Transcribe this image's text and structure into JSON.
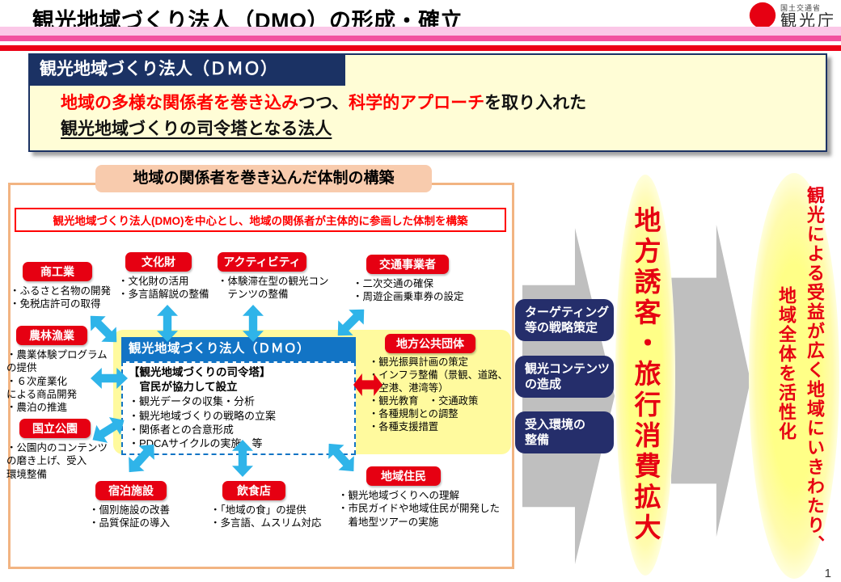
{
  "page": {
    "title": "観光地域づくり法人（DMO）の形成・確立",
    "page_number": "1"
  },
  "logo": {
    "ministry": "国土交通省",
    "agency": "観光庁"
  },
  "definition": {
    "header": "観光地域づくり法人（ＤＭＯ）",
    "emphasis1": "地域の多様な関係者を巻き込み",
    "plain1": "つつ、",
    "emphasis2": "科学的アプローチ",
    "plain2": "を取り入れた",
    "line2": "観光地域づくりの司令塔となる法人"
  },
  "diagram": {
    "title": "地域の関係者を巻き込んだ体制の構築",
    "subtitle": "観光地域づくり法人(DMO)を中心とし、地域の関係者が主体的に参画した体制を構築",
    "stakeholders": [
      {
        "label": "商工業",
        "items": [
          "・ふるさと名物の開発",
          "・免税店許可の取得"
        ]
      },
      {
        "label": "文化財",
        "items": [
          "・文化財の活用",
          "・多言語解説の整備"
        ]
      },
      {
        "label": "アクティビティ",
        "items": [
          "・体験滞在型の観光コン\n　テンツの整備"
        ]
      },
      {
        "label": "交通事業者",
        "items": [
          "・二次交通の確保",
          "・周遊企画乗車券の設定"
        ]
      },
      {
        "label": "農林漁業",
        "items": [
          "・農業体験プログラム\nの提供",
          "・６次産業化\nによる商品開発",
          "・農泊の推進"
        ]
      },
      {
        "label": "国立公園",
        "items": [
          "・公園内のコンテンツ\nの磨き上げ、受入\n環境整備"
        ]
      },
      {
        "label": "宿泊施設",
        "items": [
          "・個別施設の改善",
          "・品質保証の導入"
        ]
      },
      {
        "label": "飲食店",
        "items": [
          "・「地域の食」の提供",
          "・多言語、ムスリム対応"
        ]
      },
      {
        "label": "地域住民",
        "items": [
          "・観光地域づくりへの理解",
          "・市民ガイドや地域住民が開発した\n　着地型ツアーの実施"
        ]
      },
      {
        "label": "地方公共団体",
        "items": [
          "・観光振興計画の策定",
          "・インフラ整備（景観、道路、\n　空港、港湾等）",
          "・観光教育　・交通政策",
          "・各種規制との調整",
          "・各種支援措置"
        ]
      }
    ],
    "dmo": {
      "header": "観光地域づくり法人（ＤＭＯ）",
      "bold1": "【観光地域づくりの司令塔】",
      "bold2": "　官民が協力して設立",
      "items": [
        "・観光データの収集・分析",
        "・観光地域づくりの戦略の立案",
        "・関係者との合意形成",
        "・PDCAサイクルの実施　等"
      ]
    }
  },
  "middle": {
    "steps": [
      "ターゲティング\n等の戦略策定",
      "観光コンテンツ\nの造成",
      "受入環境の\n整備"
    ]
  },
  "outcomes": {
    "ellipse1": "地方誘客・旅行消費拡大",
    "ellipse2_line1": "観光による受益が広く地域にいきわたり、",
    "ellipse2_line2": "地域全体を活性化"
  },
  "colors": {
    "accent_red": "#E60012",
    "emphasis_red": "#FF0000",
    "navy": "#1B3264",
    "dmo_blue": "#1274C5",
    "cyan_arrow": "#2FB4E9",
    "highlight_yellow": "#FFFA9E",
    "panel_border_orange": "#F2B482",
    "gray_arrow": "#BFBFBF"
  }
}
